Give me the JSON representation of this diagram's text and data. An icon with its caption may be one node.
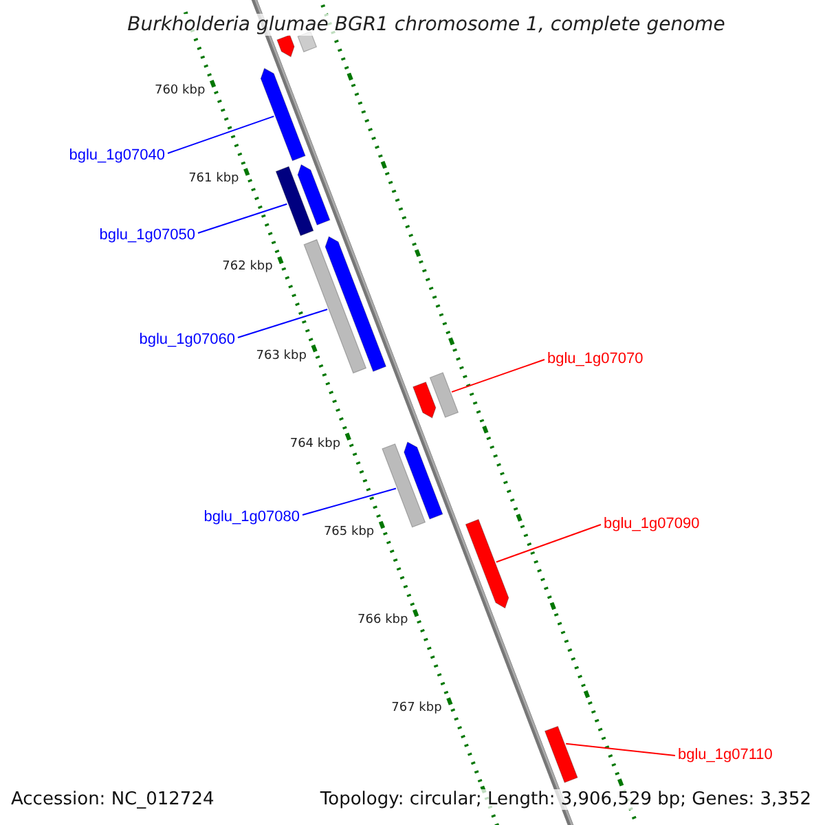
{
  "diagram": {
    "title": "Burkholderia glumae BGR1 chromosome 1, complete genome",
    "nodes": [
      {
        "text": [
          "bglu_1g07040"
        ]
      },
      {
        "text": [
          "bglu_1g07050"
        ]
      },
      {
        "text": [
          "bglu_1g07060"
        ]
      },
      {
        "text": [
          "bglu_1g07070"
        ]
      },
      {
        "text": [
          "bglu_1g07080"
        ]
      },
      {
        "text": [
          "bglu_1g07090"
        ]
      },
      {
        "text": [
          "bglu_1g07110"
        ]
      },
      {
        "text": [],
        "shape": "arrow"
      },
      {
        "text": [],
        "shape": "box"
      },
      {
        "text": [],
        "shape": "box"
      },
      {
        "text": [],
        "shape": "box"
      },
      {
        "text": [],
        "shape": "box"
      },
      {
        "text": [],
        "shape": "arrow"
      },
      {
        "text": [],
        "shape": "box"
      }
    ],
    "edges": [
      {
        "from": 0,
        "to": 7,
        "arrow": "none"
      },
      {
        "from": 1,
        "to": 8,
        "arrow": "none"
      },
      {
        "from": 2,
        "to": 9,
        "arrow": "none"
      },
      {
        "from": 3,
        "to": 10,
        "arrow": "none",
        "color": "#ff0000"
      },
      {
        "from": 4,
        "to": 11,
        "arrow": "none"
      },
      {
        "from": 5,
        "to": 12,
        "arrow": "none",
        "color": "#ff0000"
      },
      {
        "from": 6,
        "to": 13,
        "arrow": "none",
        "color": "#ff0000"
      }
    ],
    "labels": [
      "760 kbp",
      "761 kbp",
      "762 kbp",
      "763 kbp",
      "764 kbp",
      "765 kbp",
      "766 kbp",
      "767 kbp",
      "Accession: NC_012724",
      "Topology: circular; Length: 3,906,529 bp; Genes: 3,352"
    ]
  }
}
